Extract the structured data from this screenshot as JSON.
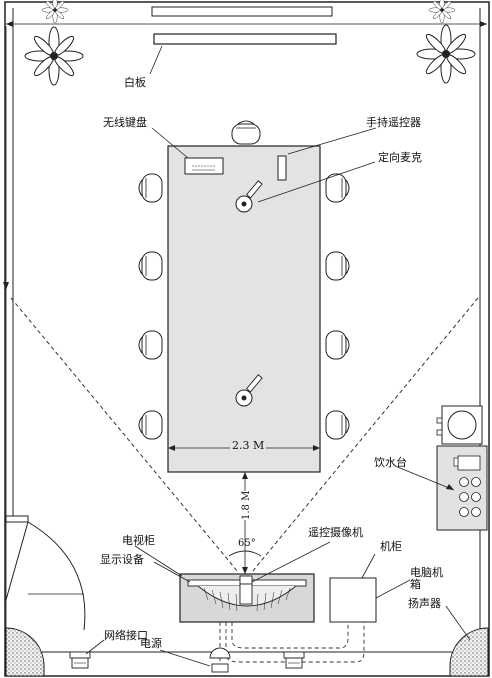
{
  "labels": {
    "whiteboard": "白板",
    "wireless_keyboard": "无线键盘",
    "handheld_remote": "手持遥控器",
    "directional_mic": "定向麦克",
    "water_dispenser": "饮水台",
    "tv_cabinet": "电视柜",
    "display_device": "显示设备",
    "ptz_camera": "遥控摄像机",
    "cabinet": "机柜",
    "pc_box_line1": "电脑机",
    "pc_box_line2": "箱",
    "speaker": "扬声器",
    "network_port": "网络接口",
    "power": "电源"
  },
  "dimensions": {
    "table_width": "2.3 M",
    "camera_distance": "1.8 M",
    "view_angle": "65°"
  }
}
